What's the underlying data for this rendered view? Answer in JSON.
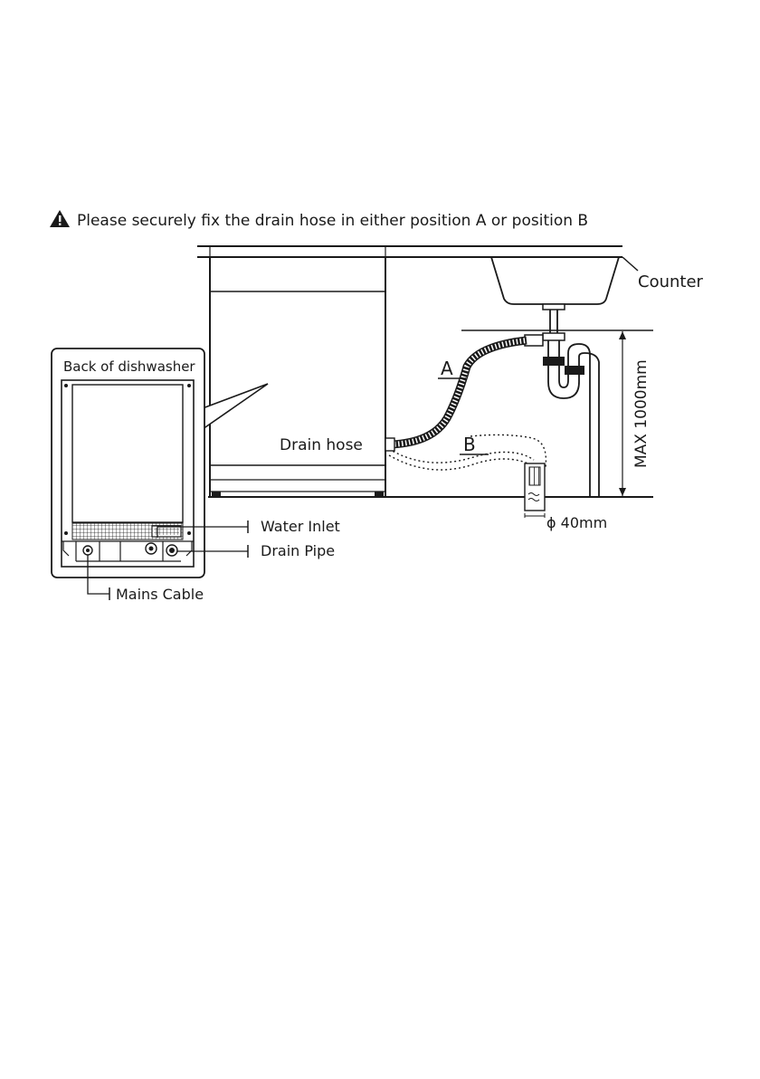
{
  "warning": {
    "icon": "warning-triangle-icon",
    "text": "Please securely fix the drain hose in either position A or position B"
  },
  "labels": {
    "counter": "Counter",
    "max_height": "MAX 1000mm",
    "position_a": "A",
    "position_b": "B",
    "drain_hose": "Drain hose",
    "pipe_diameter": "ϕ 40mm"
  },
  "inset": {
    "title": "Back of dishwasher",
    "callouts": {
      "water_inlet": "Water Inlet",
      "drain_pipe": "Drain Pipe",
      "mains_cable": "Mains Cable"
    }
  }
}
